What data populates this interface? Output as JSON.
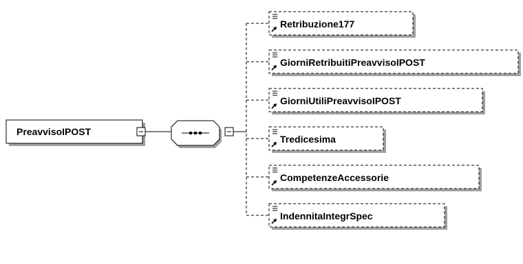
{
  "root": {
    "name": "PreavvisoIPOST"
  },
  "compositor": {
    "kind": "sequence"
  },
  "children": [
    {
      "name": "Retribuzione177"
    },
    {
      "name": "GiorniRetribuitiPreavvisoIPOST"
    },
    {
      "name": "GiorniUtiliPreavvisoIPOST"
    },
    {
      "name": "Tredicesima"
    },
    {
      "name": "CompetenzeAccessorie"
    },
    {
      "name": "IndennitaIntegrSpec"
    }
  ],
  "colors": {
    "line": "#000000",
    "shadow": "#a0a0a0",
    "box_fill": "#ffffff"
  }
}
